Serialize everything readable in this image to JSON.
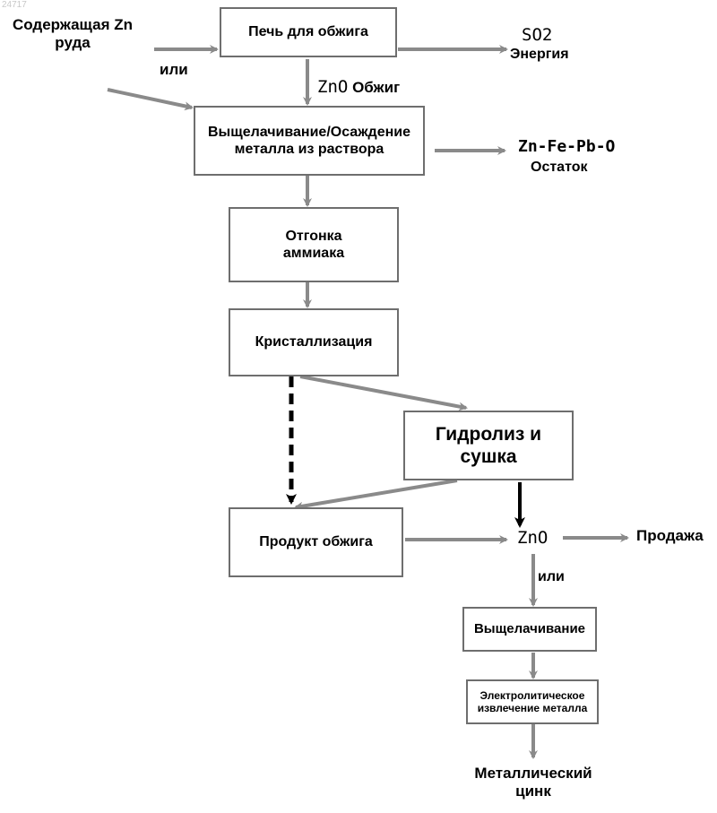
{
  "watermark": "24717",
  "inputs": {
    "ore": "Содержащая Zn руда",
    "or_1": "или"
  },
  "boxes": {
    "furnace": "Печь для обжига",
    "leaching_precip": "Выщелачивание/Осаждение металла из раствора",
    "ammonia": "Отгонка аммиака",
    "crystallization": "Кристаллизация",
    "hydrolysis": "Гидролиз и сушка",
    "roast_product": "Продукт обжига",
    "leaching": "Выщелачивание",
    "electrowinning": "Электролитическое извлечение металла"
  },
  "outputs": {
    "so2": "SO2",
    "energy": "Энергия",
    "zno_formula": "ZnO",
    "zno_roast_word": "Обжиг",
    "residue_formula": "Zn-Fe-Pb-O",
    "residue_label": "Остаток",
    "zno_center": "ZnO",
    "sale": "Продажа",
    "or_2": "или",
    "metallic_zinc": "Металлический цинк"
  }
}
